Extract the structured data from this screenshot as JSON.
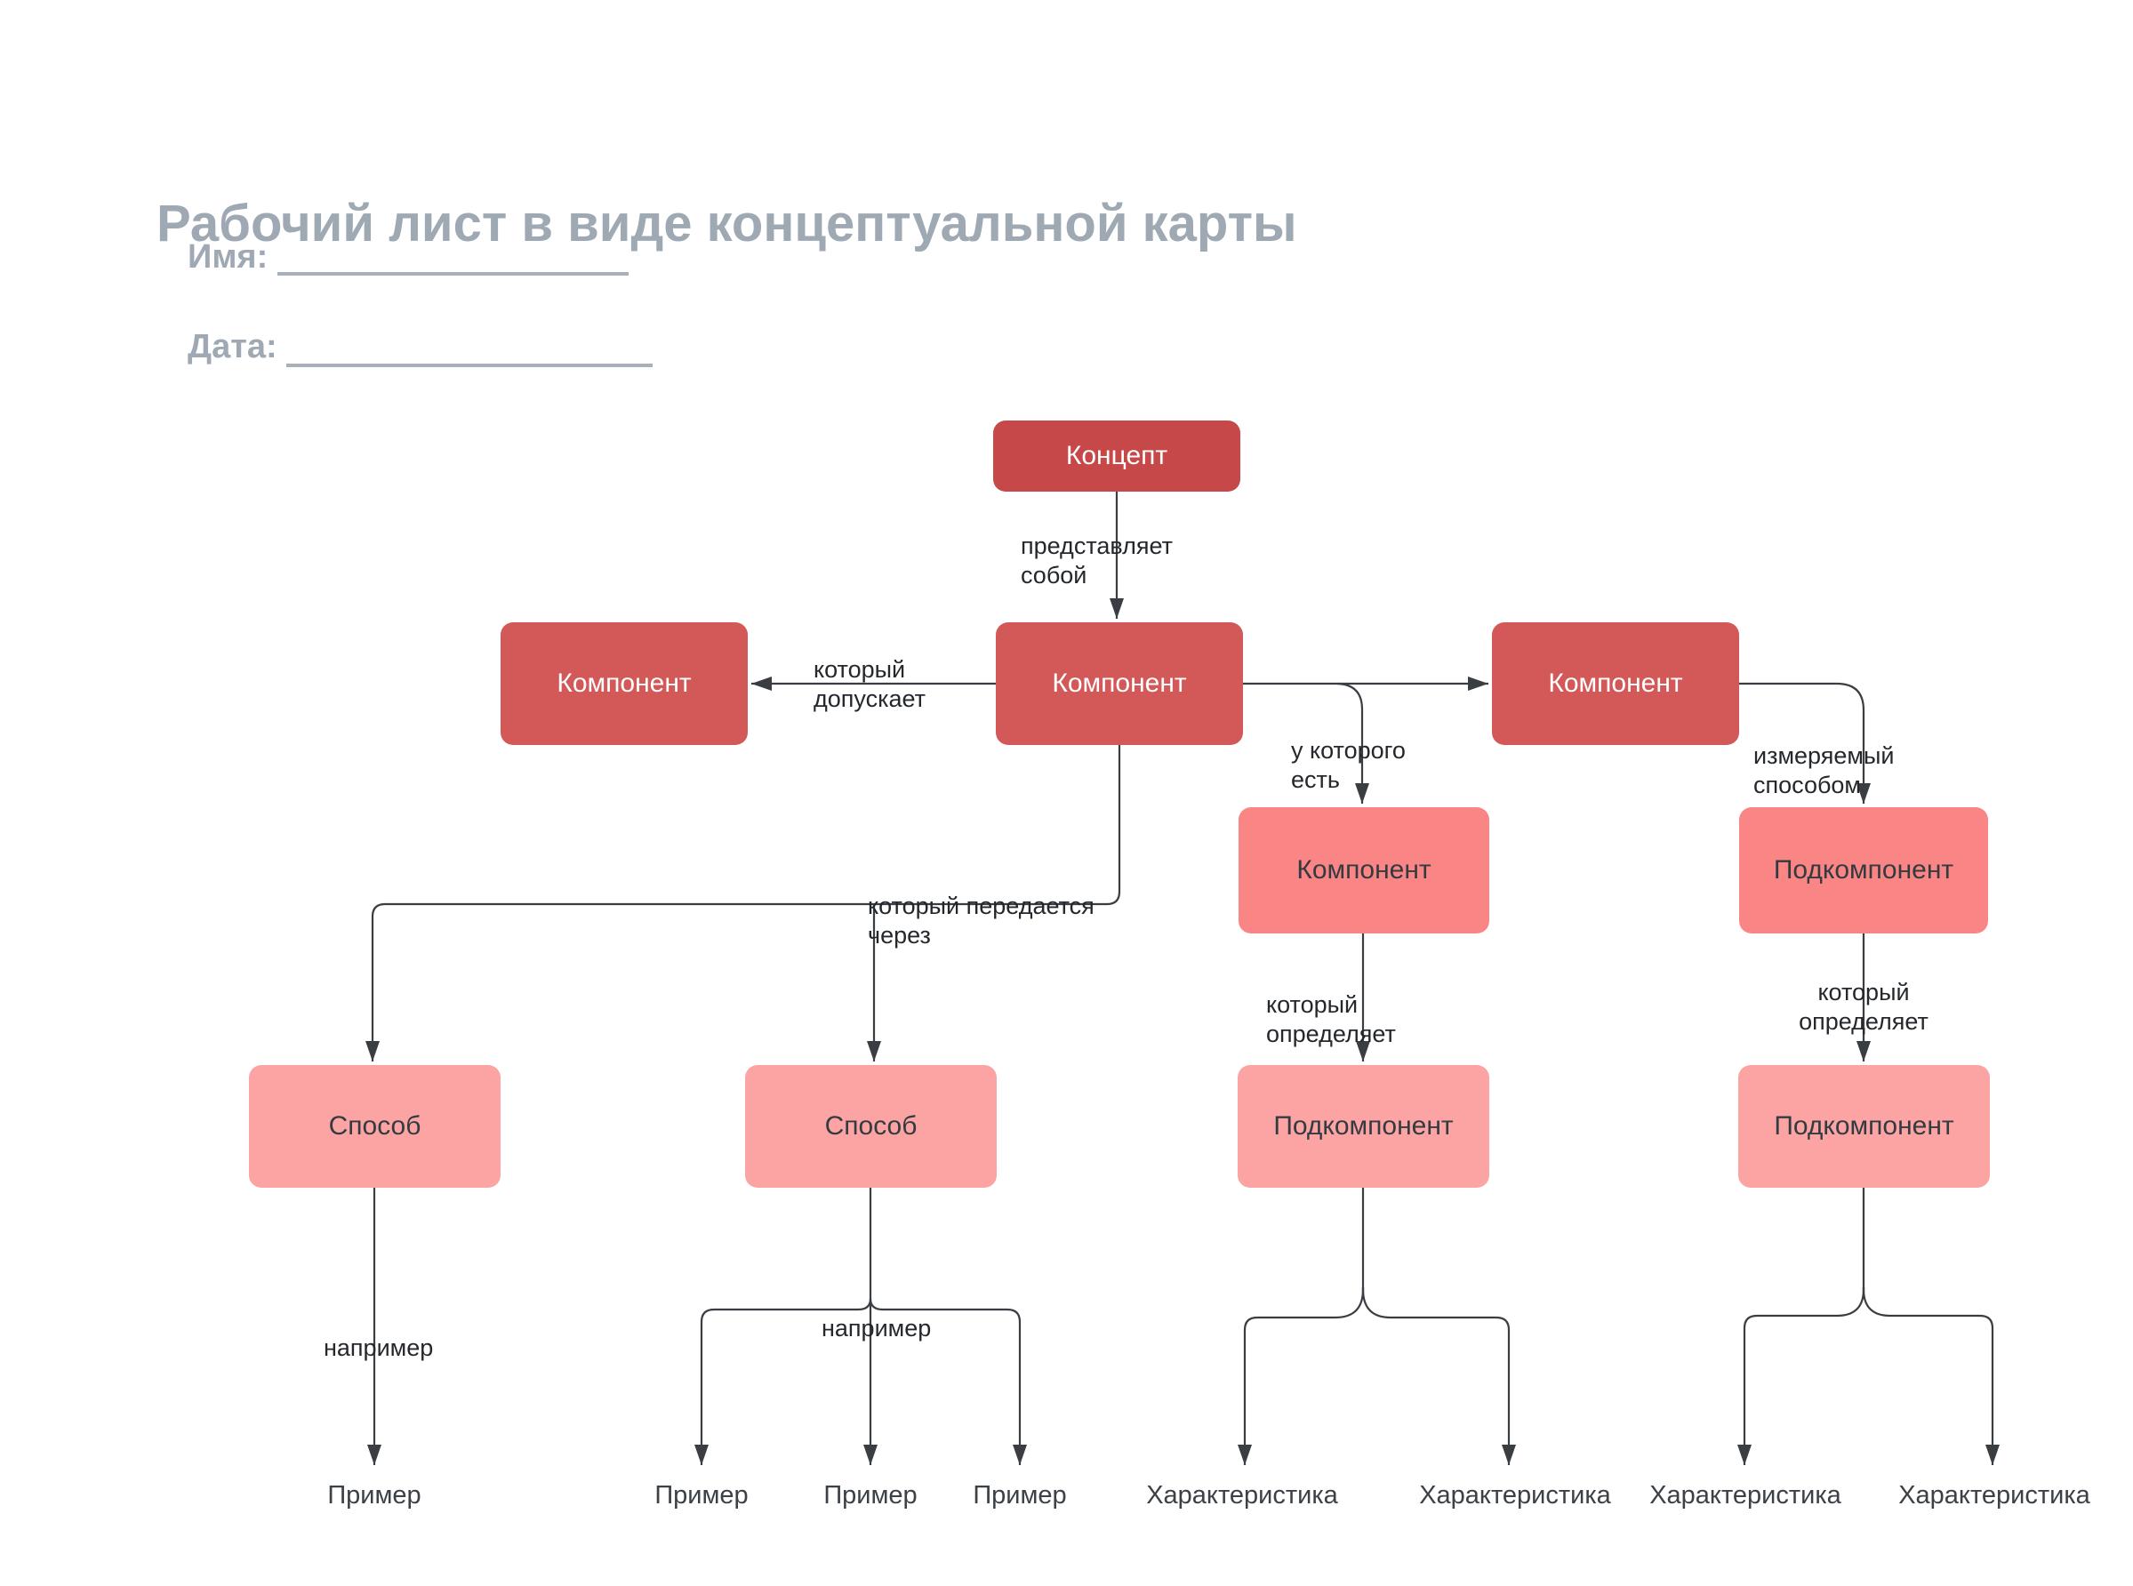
{
  "title": "Рабочий лист в виде концептуальной карты",
  "form": {
    "name_label": "Имя:",
    "date_label": "Дата:"
  },
  "colors": {
    "concept_box": "#c64848",
    "component_box": "#d35858",
    "subcomponent_box": "#fa8585",
    "tertiary_box": "#fca4a4",
    "connector_line": "#3a3e43",
    "title_text": "#9fa9b3"
  },
  "diagram": {
    "nodes": [
      {
        "id": "concept",
        "label": "Концепт"
      },
      {
        "id": "component-left",
        "label": "Компонент"
      },
      {
        "id": "component-center",
        "label": "Компонент"
      },
      {
        "id": "component-right",
        "label": "Компонент"
      },
      {
        "id": "component-sub",
        "label": "Компонент"
      },
      {
        "id": "subcomponent-right",
        "label": "Подкомпонент"
      },
      {
        "id": "method-left",
        "label": "Способ"
      },
      {
        "id": "method-mid",
        "label": "Способ"
      },
      {
        "id": "subcomponent-mid-bottom",
        "label": "Подкомпонент"
      },
      {
        "id": "subcomponent-right-bottom",
        "label": "Подкомпонент"
      }
    ],
    "edge_labels": [
      {
        "id": "represents",
        "text": "представляет собой"
      },
      {
        "id": "allows",
        "text": "который допускает"
      },
      {
        "id": "has",
        "text": "у которого есть"
      },
      {
        "id": "transmitted-via",
        "text": "который передается через"
      },
      {
        "id": "for-example-left",
        "text": "например"
      },
      {
        "id": "for-example-mid",
        "text": "например"
      },
      {
        "id": "defines-mid",
        "text": "который определяет"
      },
      {
        "id": "defines-right",
        "text": "который определяет"
      },
      {
        "id": "measured-by",
        "text": "измеряемый способом"
      }
    ],
    "terminals": [
      {
        "id": "example-1",
        "text": "Пример"
      },
      {
        "id": "example-2",
        "text": "Пример"
      },
      {
        "id": "example-3",
        "text": "Пример"
      },
      {
        "id": "example-4",
        "text": "Пример"
      },
      {
        "id": "characteristic-1",
        "text": "Характеристика"
      },
      {
        "id": "characteristic-2",
        "text": "Характеристика"
      },
      {
        "id": "characteristic-3",
        "text": "Характеристика"
      },
      {
        "id": "characteristic-4",
        "text": "Характеристика"
      }
    ]
  }
}
